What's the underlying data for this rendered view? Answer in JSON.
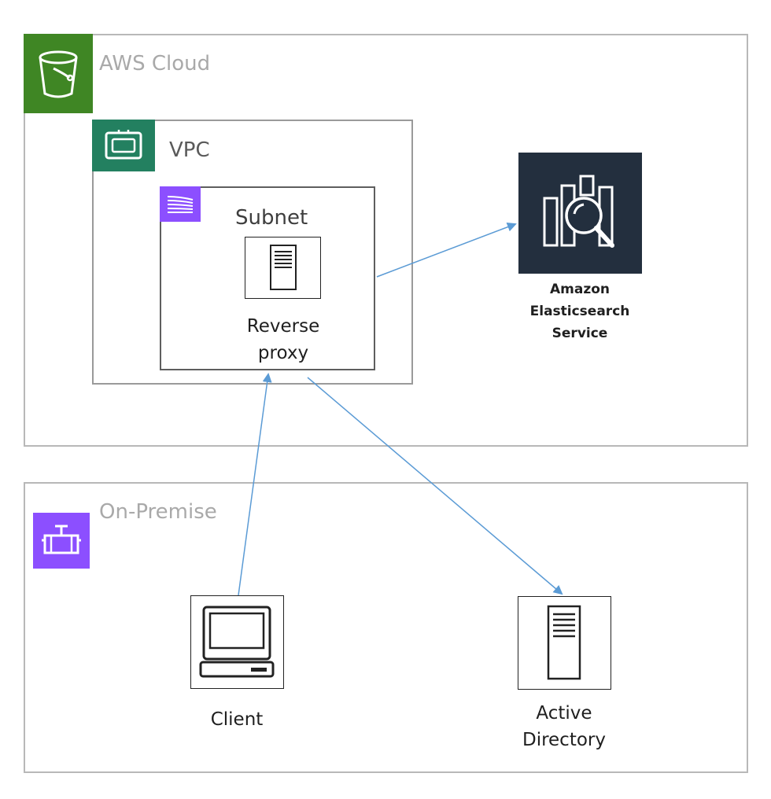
{
  "groups": {
    "aws": {
      "title": "AWS Cloud",
      "icon": "bucket-icon",
      "color": "#3f8624"
    },
    "vpc": {
      "title": "VPC",
      "icon": "vpc-icon",
      "color": "#248814"
    },
    "subnet": {
      "title": "Subnet",
      "icon": "subnet-icon",
      "color": "#8c4fff"
    },
    "onprem": {
      "title": "On-Premise",
      "icon": "corporate-datacenter-icon",
      "color": "#8c4fff"
    }
  },
  "nodes": {
    "proxy": {
      "label_line1": "Reverse",
      "label_line2": "proxy",
      "icon": "server-icon"
    },
    "elasticsearch": {
      "label_line1": "Amazon",
      "label_line2": "Elasticsearch",
      "label_line3": "Service",
      "icon": "elasticsearch-icon",
      "color": "#232f3e"
    },
    "client": {
      "label": "Client",
      "icon": "client-computer-icon"
    },
    "active_directory": {
      "label_line1": "Active",
      "label_line2": "Directory",
      "icon": "server-icon"
    }
  },
  "edges": [
    {
      "from": "proxy",
      "to": "elasticsearch"
    },
    {
      "from": "client",
      "to": "proxy"
    },
    {
      "from": "proxy",
      "to": "active_directory"
    }
  ],
  "edge_color": "#5b9bd5"
}
